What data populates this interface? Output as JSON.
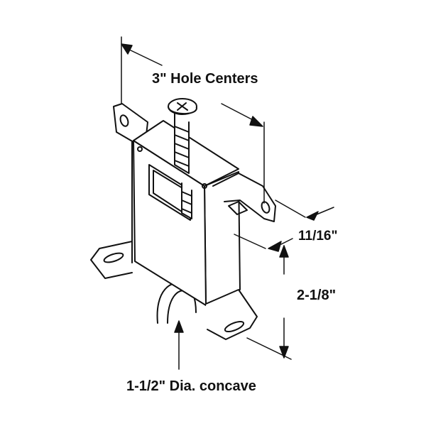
{
  "labels": {
    "hole_centers": "3\" Hole Centers",
    "depth": "11/16\"",
    "height": "2-1/8\"",
    "wheel": "1-1/2\" Dia. concave"
  },
  "colors": {
    "line": "#111111",
    "background": "#ffffff"
  }
}
